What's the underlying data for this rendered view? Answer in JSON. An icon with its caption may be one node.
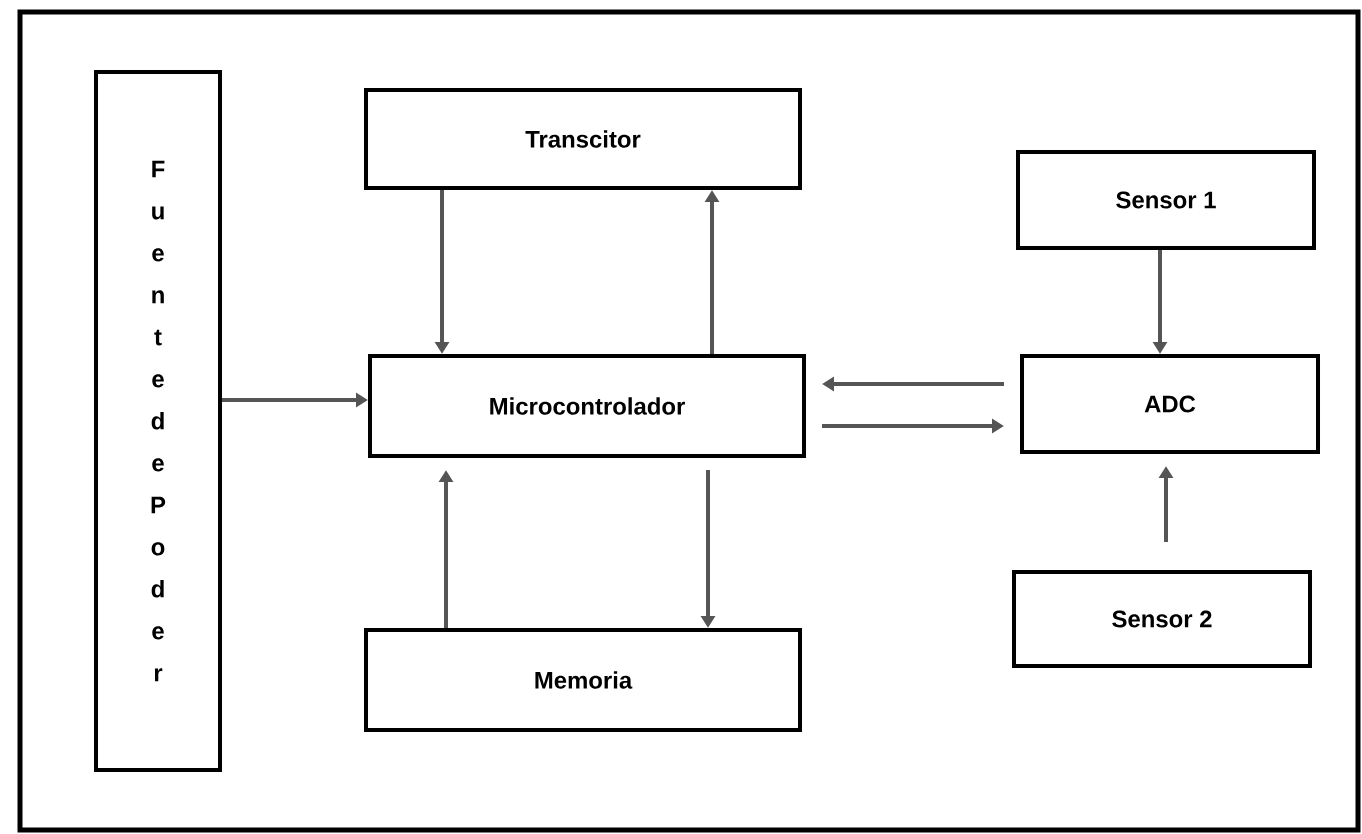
{
  "diagram": {
    "nodes": [
      {
        "text": [
          "Fuente de Poder"
        ]
      },
      {
        "text": [
          "Transcitor"
        ]
      },
      {
        "text": [
          "Microcontrolador"
        ]
      },
      {
        "text": [
          "Memoria"
        ]
      },
      {
        "text": [
          "Sensor 1"
        ]
      },
      {
        "text": [
          "ADC"
        ]
      },
      {
        "text": [
          "Sensor 2"
        ]
      }
    ],
    "edges": [
      {
        "from": 0,
        "to": 2,
        "arrow": "to"
      },
      {
        "from": 1,
        "to": 2,
        "arrow": "to"
      },
      {
        "from": 2,
        "to": 1,
        "arrow": "to"
      },
      {
        "from": 3,
        "to": 2,
        "arrow": "to"
      },
      {
        "from": 2,
        "to": 3,
        "arrow": "to"
      },
      {
        "from": 5,
        "to": 2,
        "arrow": "to"
      },
      {
        "from": 2,
        "to": 5,
        "arrow": "to"
      },
      {
        "from": 4,
        "to": 5,
        "arrow": "to"
      },
      {
        "from": 6,
        "to": 5,
        "arrow": "to"
      }
    ]
  }
}
